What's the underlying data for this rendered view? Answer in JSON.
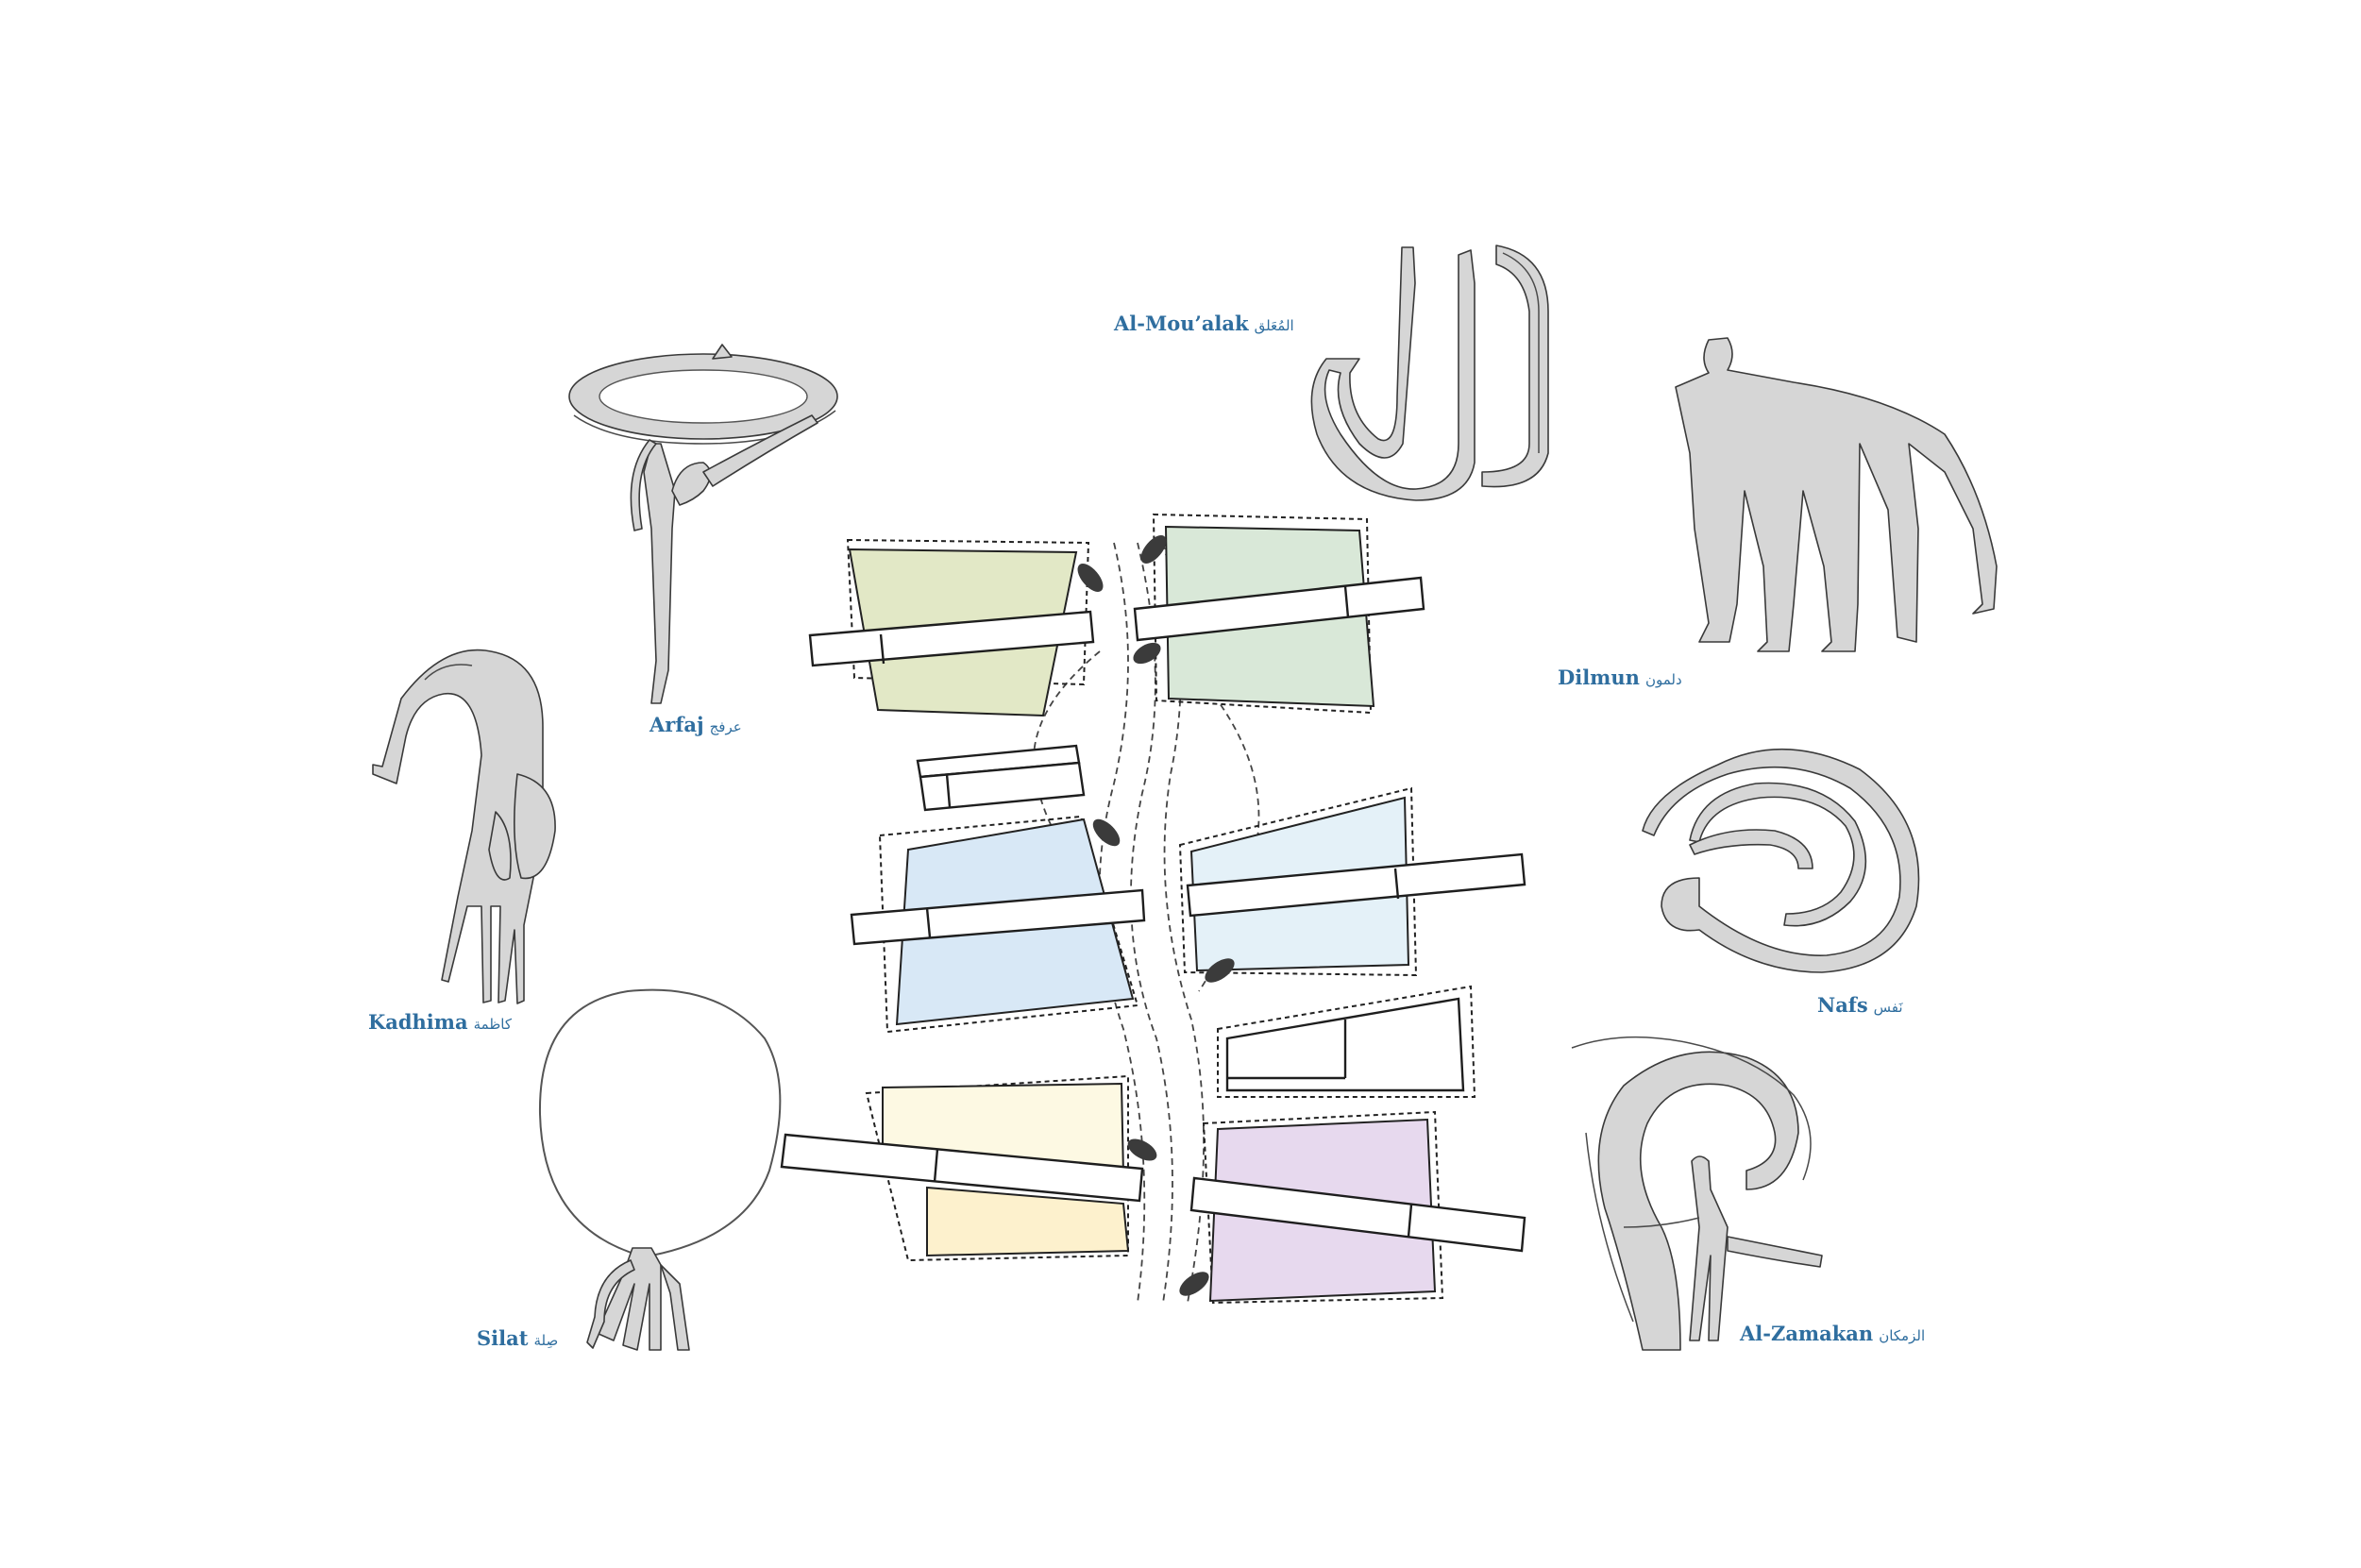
{
  "colors": {
    "label_text": "#2f6e9f",
    "room_green_light": "#e2e8c6",
    "room_green_mint": "#d9e8d8",
    "room_blue": "#d8e8f6",
    "room_blue_pale": "#e4f1f8",
    "room_yellow_pale": "#fdf9e3",
    "room_yellow": "#fdf1cd",
    "room_purple": "#e7d9ee",
    "figure_fill": "#d6d6d6"
  },
  "labels": {
    "al_moualak": {
      "latin": "Al-Mou’alak",
      "arabic": "المُعَلق"
    },
    "arfaj": {
      "latin": "Arfaj",
      "arabic": "عرفج"
    },
    "dilmun": {
      "latin": "Dilmun",
      "arabic": "دلمون"
    },
    "kadhima": {
      "latin": "Kadhima",
      "arabic": "كاظمة"
    },
    "nafs": {
      "latin": "Nafs",
      "arabic": "نَفس"
    },
    "silat": {
      "latin": "Silat",
      "arabic": "صِلة"
    },
    "al_zamakan": {
      "latin": "Al-Zamakan",
      "arabic": "الزمكان"
    }
  },
  "icons": {
    "al_moualak": "hanging-figure-icon",
    "arfaj": "figure-holding-ring-icon",
    "dilmun": "multi-legged-figure-icon",
    "kadhima": "bent-figure-icon",
    "nafs": "spiral-figure-icon",
    "silat": "balloon-figure-icon",
    "al_zamakan": "swirl-figure-icon"
  }
}
